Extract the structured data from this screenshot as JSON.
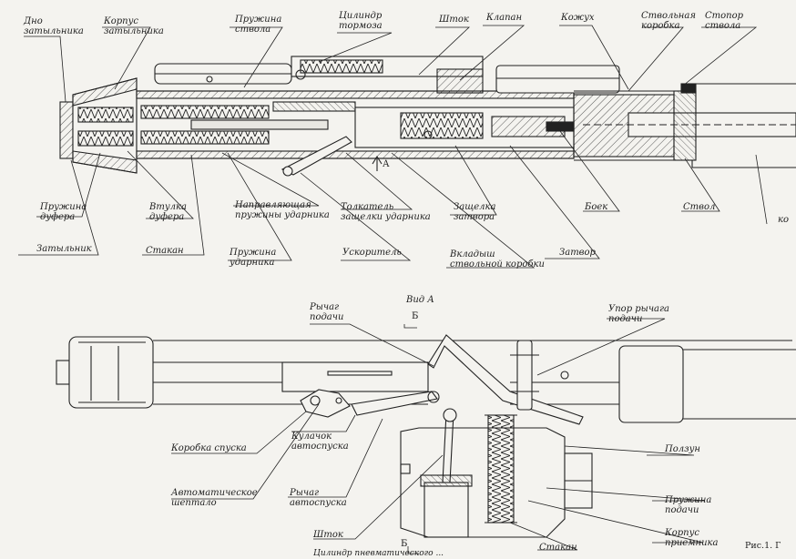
{
  "labels": {
    "dno": "Дно\nзатыльника",
    "korpus_zat": "Корпус\nзатыльника",
    "pruzhina_stvola": "Пружина\nствола",
    "cilindr_tormoza": "Цилиндр\nтормоза",
    "shtok": "Шток",
    "klapan": "Клапан",
    "kozhukh": "Кожух",
    "stvolnaya_korobka": "Ствольная\nкоробка",
    "stopor_stvola": "Стопор\nствола",
    "pruzhina_bufera": "Пружина\nдуфера",
    "vtulka_bufera": "Втулка\nдуфера",
    "napravl": "Направляющая\nпружины ударника",
    "talkatel": "Толкатель\nзащелки ударника",
    "zashchelka": "Защелка\nзатвора",
    "boek": "Боек",
    "stvol": "Ствол",
    "ko": "ко",
    "zatylnik": "Затыльник",
    "stakan_top": "Стакан",
    "pruzhina_udarnika": "Пружина\nударника",
    "uskoritel": "Ускоритель",
    "vkladysh": "Вкладыш\nствольной коробки",
    "zatvor": "Затвор",
    "section_a": "А",
    "vid_a": "Вид А",
    "b_top": "Б",
    "b_bottom": "Б",
    "rychag_podachi": "Рычаг\nподачи",
    "upor_rychaga": "Упор рычага\nподачи",
    "korobka_spuska": "Коробка спуска",
    "kulachok": "Кулачок\nавтоспуска",
    "avtomat_sheptala": "Автоматическое\nшептало",
    "rychag_avtospuska": "Рычаг\nавтоспуска",
    "shtok_bottom": "Шток",
    "polzun": "Ползун",
    "pruzhina_podachi": "Пружина\nподачи",
    "korpus_priemnika": "Корпус\nприемника",
    "stakan_bottom": "Стакан",
    "cilindr_bottom": "Цилиндр пневматического ...",
    "fig_caption": "Рис.1.  Г"
  }
}
